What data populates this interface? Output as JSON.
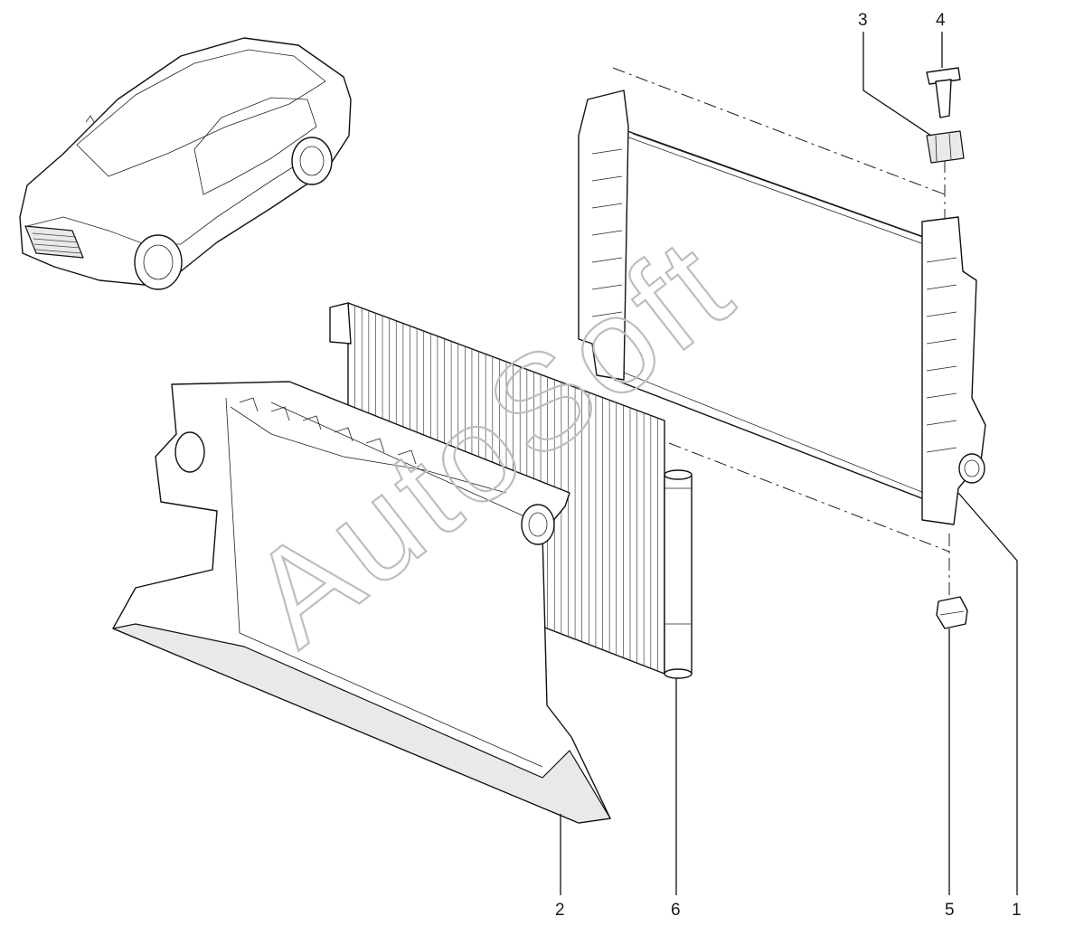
{
  "watermark": "AutoSoft",
  "callouts": [
    {
      "id": "1",
      "label": "1"
    },
    {
      "id": "2",
      "label": "2"
    },
    {
      "id": "3",
      "label": "3"
    },
    {
      "id": "4",
      "label": "4"
    },
    {
      "id": "5",
      "label": "5"
    },
    {
      "id": "6",
      "label": "6"
    }
  ],
  "colors": {
    "line": "#111111",
    "watermark": "#bdbdbd",
    "background": "#ffffff"
  }
}
